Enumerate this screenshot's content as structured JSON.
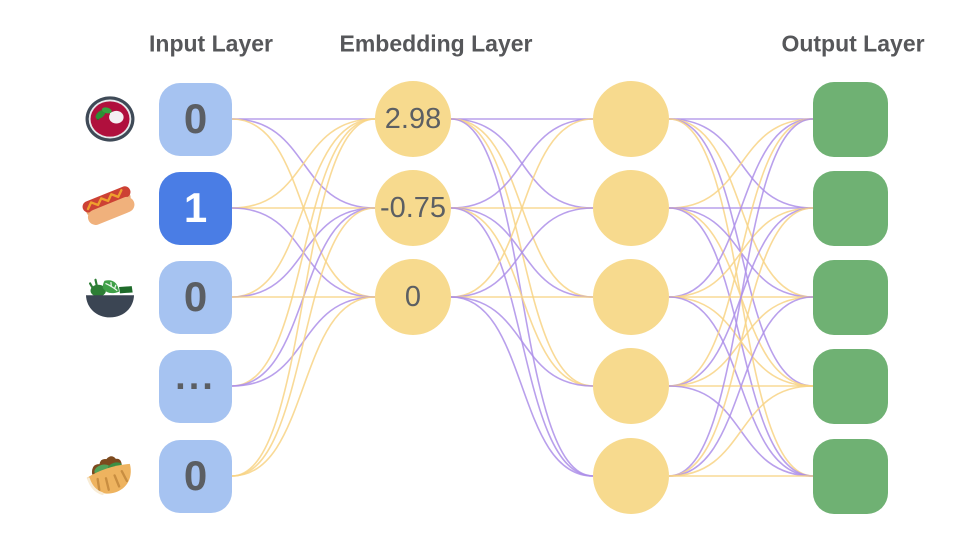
{
  "titles": {
    "input": "Input Layer",
    "embedding": "Embedding Layer",
    "output": "Output Layer"
  },
  "colors": {
    "background": "#ffffff",
    "title_text": "#56575a",
    "input_node_fill": "#a6c3f1",
    "input_node_active_fill": "#4a7de5",
    "input_node_text": "#5b5e63",
    "input_node_active_text": "#ffffff",
    "embedding_node_fill": "#f7da8e",
    "embedding_node_text": "#5c5f63",
    "hidden_node_fill": "#f7da8e",
    "output_node_fill": "#6fb173",
    "edge_purple": "#ad8fe9",
    "edge_gold": "#f8d485"
  },
  "layers": {
    "input": {
      "nodes": [
        {
          "value": "0",
          "icon": "borscht-icon",
          "active": false
        },
        {
          "value": "1",
          "icon": "hotdog-icon",
          "active": true
        },
        {
          "value": "0",
          "icon": "salad-icon",
          "active": false
        },
        {
          "value": "...",
          "icon": null,
          "active": false
        },
        {
          "value": "0",
          "icon": "pita-icon",
          "active": false
        }
      ]
    },
    "embedding": {
      "nodes": [
        {
          "value": "2.98"
        },
        {
          "value": "-0.75"
        },
        {
          "value": "0"
        }
      ]
    },
    "hidden": {
      "nodes": [
        {
          "value": ""
        },
        {
          "value": ""
        },
        {
          "value": ""
        },
        {
          "value": ""
        },
        {
          "value": ""
        }
      ]
    },
    "output": {
      "nodes": [
        {
          "value": ""
        },
        {
          "value": ""
        },
        {
          "value": ""
        },
        {
          "value": ""
        },
        {
          "value": ""
        }
      ]
    }
  },
  "edges": {
    "input_to_embedding": [
      [
        "purple",
        "purple",
        "gold"
      ],
      [
        "gold",
        "gold",
        "purple"
      ],
      [
        "gold",
        "purple",
        "gold"
      ],
      [
        "gold",
        "purple",
        "purple"
      ],
      [
        "gold",
        "gold",
        "gold"
      ]
    ],
    "embedding_to_hidden": [
      [
        "purple",
        "purple",
        "gold",
        "gold",
        "purple"
      ],
      [
        "purple",
        "gold",
        "purple",
        "gold",
        "purple"
      ],
      [
        "gold",
        "purple",
        "gold",
        "purple",
        "purple"
      ]
    ],
    "hidden_to_output": [
      [
        "purple",
        "purple",
        "gold",
        "purple",
        "gold"
      ],
      [
        "gold",
        "purple",
        "purple",
        "gold",
        "purple"
      ],
      [
        "purple",
        "gold",
        "gold",
        "gold",
        "purple"
      ],
      [
        "gold",
        "purple",
        "gold",
        "gold",
        "purple"
      ],
      [
        "purple",
        "gold",
        "purple",
        "gold",
        "gold"
      ]
    ]
  }
}
